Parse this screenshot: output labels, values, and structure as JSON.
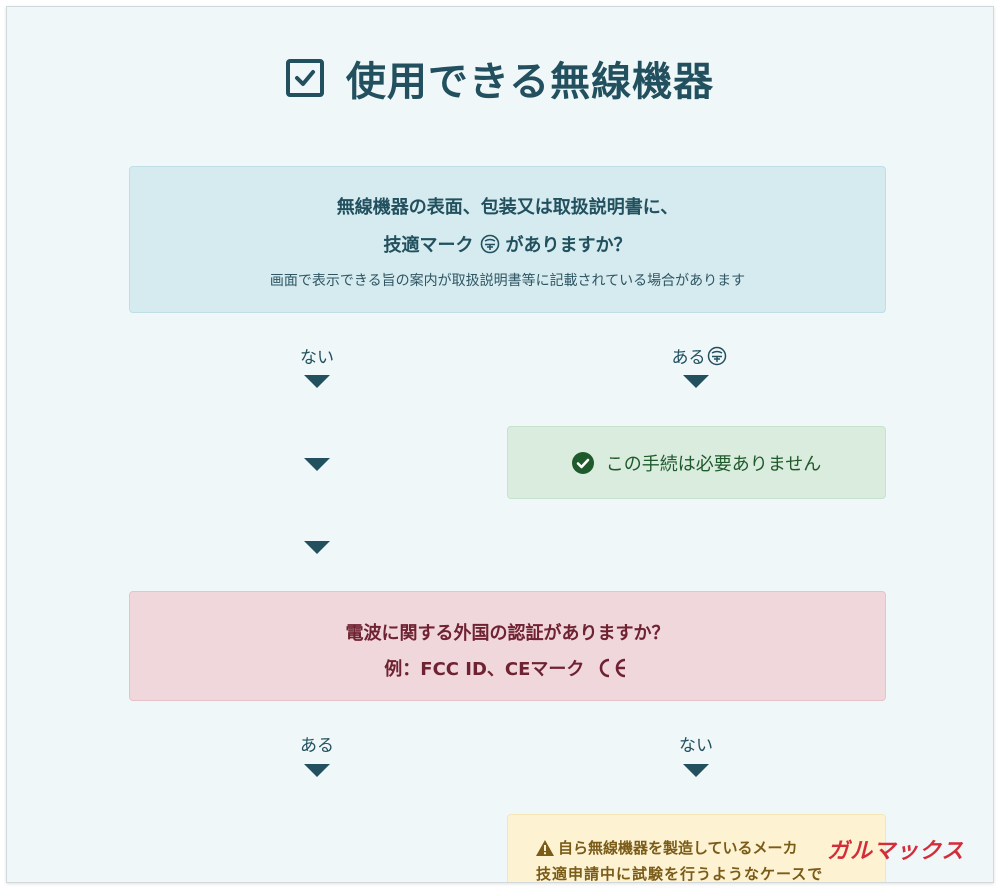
{
  "page": {
    "title": "使用できる無線機器",
    "title_icon": "checkbox-checked-icon"
  },
  "question1": {
    "line1": "無線機器の表面、包装又は取扱説明書に、",
    "line2_prefix": "技適マーク",
    "line2_icon": "giteki-mark-icon",
    "line2_suffix": "がありますか？",
    "note": "画面で表示できる旨の案内が取扱説明書等に記載されている場合があります",
    "answer_no": "ない",
    "answer_yes": "ある",
    "answer_yes_icon": "giteki-mark-icon"
  },
  "result_ok": {
    "icon": "check-circle-icon",
    "text": "この手続は必要ありません"
  },
  "question2": {
    "line1": "電波に関する外国の認証がありますか？",
    "line2": "例：FCC ID、CEマーク",
    "line2_icon": "ce-mark-icon",
    "answer_yes": "ある",
    "answer_no": "ない"
  },
  "warning": {
    "icon": "warning-triangle-icon",
    "line1": "自ら無線機器を製造しているメーカ",
    "line2": "技適申請中に試験を行うようなケースで"
  },
  "watermark": {
    "text": "ガルマックス"
  },
  "colors": {
    "primary": "#22505f",
    "background": "#eff7f9",
    "question_bg": "#d5ebef",
    "ok_bg": "#d9ecde",
    "ok_text": "#1f5a2c",
    "alert_bg": "#f0d7db",
    "alert_text": "#6f2231",
    "warning_bg": "#fdf3d3",
    "warning_text": "#7a5b18",
    "watermark": "#d42d3a"
  }
}
